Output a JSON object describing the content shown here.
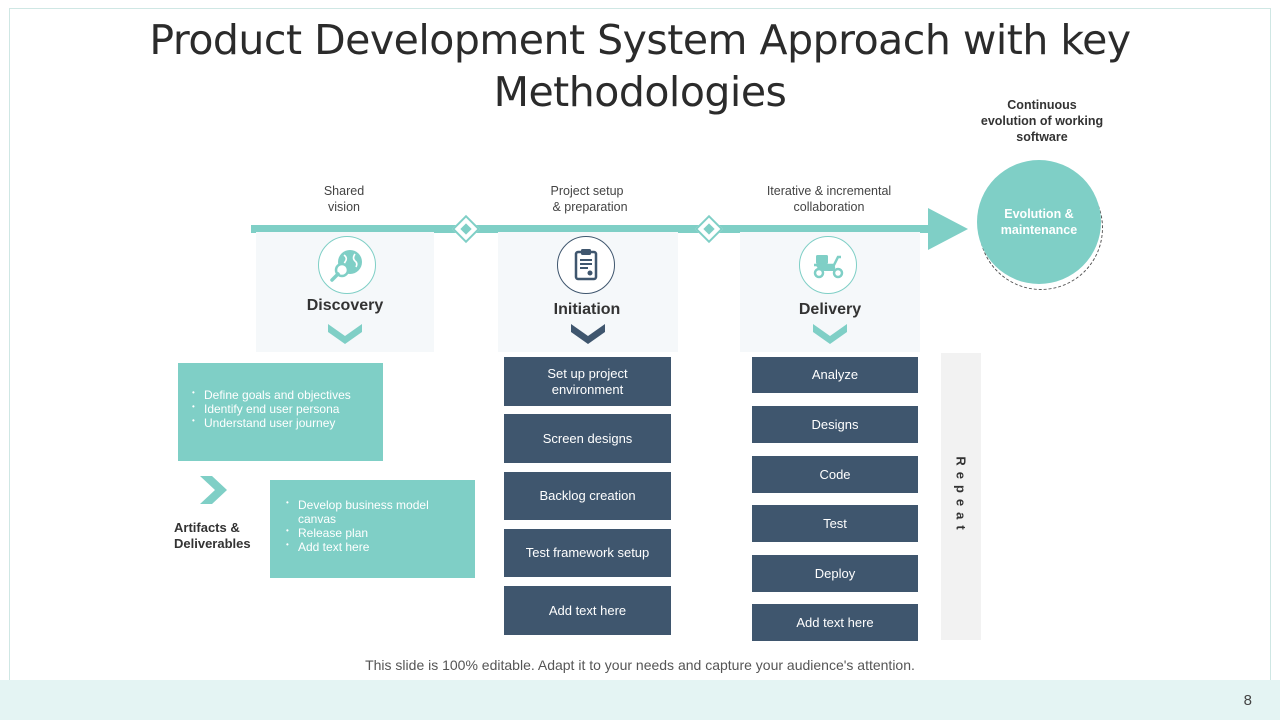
{
  "slide": {
    "title": "Product Development System Approach with key Methodologies",
    "footnote": "This slide is 100% editable. Adapt it to your needs and capture your audience's attention.",
    "page_number": "8"
  },
  "colors": {
    "teal": "#7fcfc6",
    "navy": "#3f566e",
    "panel": "#f5f8fa",
    "repeat_bar": "#f2f2f2",
    "footer_band": "#e4f4f3"
  },
  "timeline": {
    "stage_labels": [
      {
        "line1": "Shared",
        "line2": "vision"
      },
      {
        "line1": "Project setup",
        "line2": "& preparation"
      },
      {
        "line1": "Iterative  & incremental",
        "line2": "collaboration"
      }
    ],
    "end_circle": {
      "label_line1": "Evolution &",
      "label_line2": "maintenance",
      "caption_line1": "Continuous",
      "caption_line2": "evolution of working",
      "caption_line3": "software"
    }
  },
  "phases": [
    {
      "title": "Discovery",
      "icon": "globe-search-icon"
    },
    {
      "title": "Initiation",
      "icon": "clipboard-icon"
    },
    {
      "title": "Delivery",
      "icon": "delivery-scooter-icon"
    }
  ],
  "discovery_box": {
    "items": [
      "Define goals and objectives",
      "Identify end user persona",
      "Understand user journey"
    ]
  },
  "artifacts": {
    "label_line1": "Artifacts  &",
    "label_line2": "Deliverables",
    "items": [
      "Develop business model canvas",
      "Release plan",
      "Add text here"
    ]
  },
  "initiation_steps": [
    "Set up project environment",
    "Screen designs",
    "Backlog creation",
    "Test framework  setup",
    "Add text here"
  ],
  "delivery_steps": [
    "Analyze",
    "Designs",
    "Code",
    "Test",
    "Deploy",
    "Add text here"
  ],
  "repeat_label": "Repeat"
}
